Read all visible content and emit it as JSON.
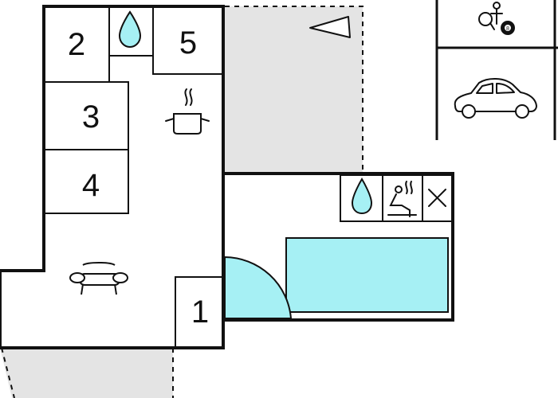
{
  "rooms": [
    {
      "id": "bedroom-2",
      "label": "2"
    },
    {
      "id": "bedroom-5",
      "label": "5"
    },
    {
      "id": "bedroom-3",
      "label": "3"
    },
    {
      "id": "bedroom-4",
      "label": "4"
    },
    {
      "id": "bedroom-1",
      "label": "1"
    }
  ],
  "icons": [
    "water-drop-icon",
    "cooking-pot-icon",
    "sofa-icon",
    "sauna-icon",
    "close-x-icon",
    "table-tennis-icon",
    "billiard-ball-icon",
    "car-icon",
    "compass-arrow-icon"
  ],
  "billiard_ball_number": "8",
  "colors": {
    "wall": "#111111",
    "terrace": "#e4e4e4",
    "water": "#a6f0f4",
    "background": "#ffffff"
  }
}
